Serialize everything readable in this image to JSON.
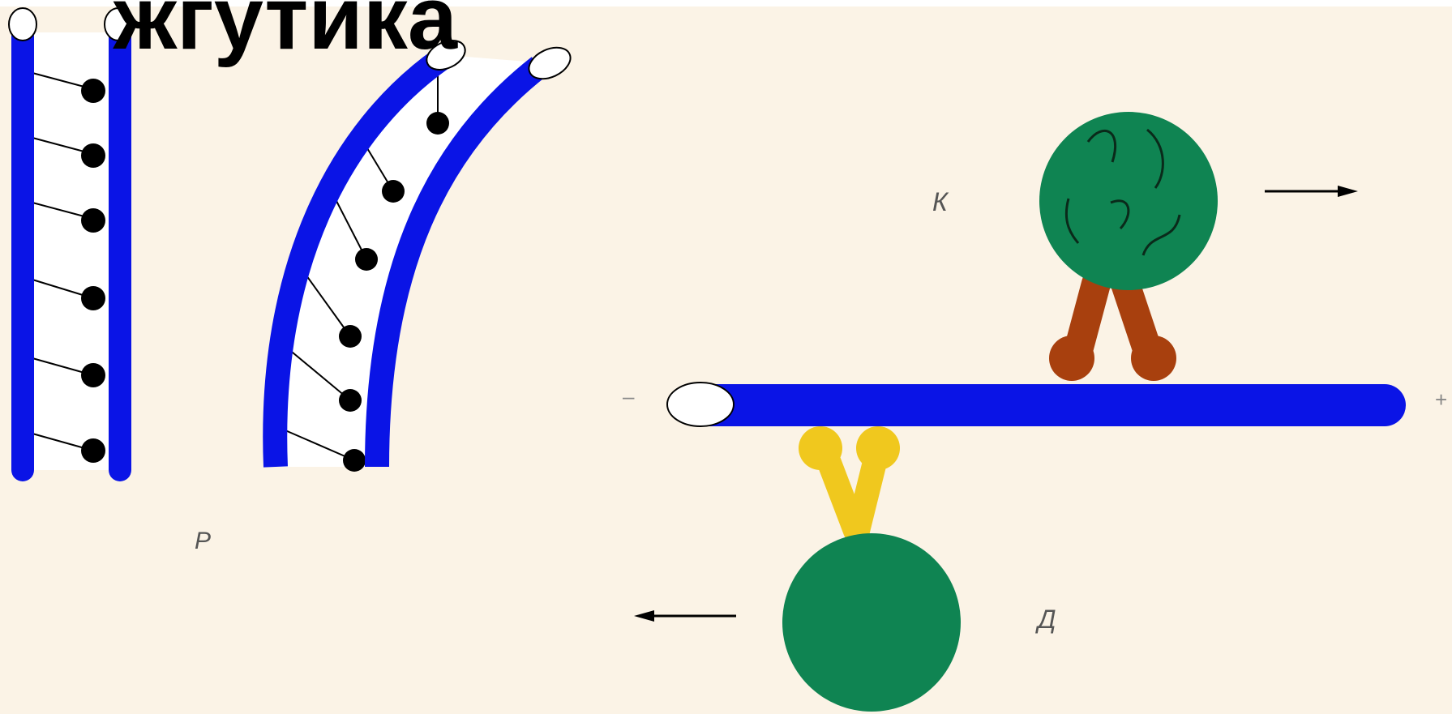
{
  "slide": {
    "title": "жгутика",
    "labels": {
      "r": "Р",
      "k": "К",
      "d": "Д",
      "minus": "–",
      "plus": "+"
    }
  },
  "colors": {
    "background": "#fbf3e6",
    "microtubule": "#0a14e6",
    "dynein": "#0f8452",
    "kinesin_legs": "#a8400e",
    "dynein_legs": "#f0c81e",
    "link": "#000000"
  }
}
